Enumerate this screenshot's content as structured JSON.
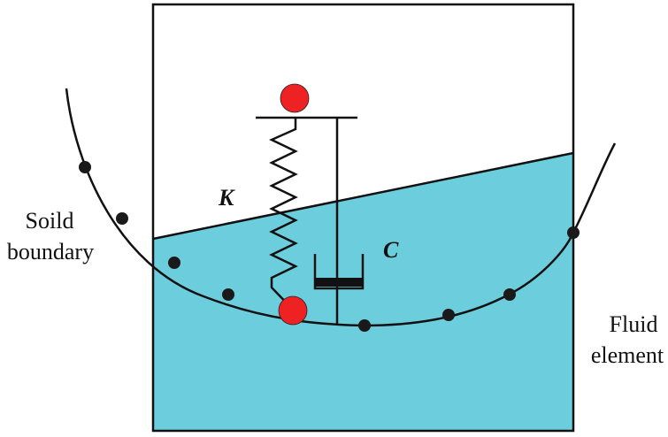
{
  "labels": {
    "solid_line1": "Soild",
    "solid_line2": "boundary",
    "fluid_line1": "Fluid",
    "fluid_line2": "element",
    "spring": "K",
    "damper": "C"
  },
  "colors": {
    "fluid": "#6ccddd",
    "mass": "#ee2222",
    "node": "#1a1a1a",
    "line": "#111111"
  }
}
